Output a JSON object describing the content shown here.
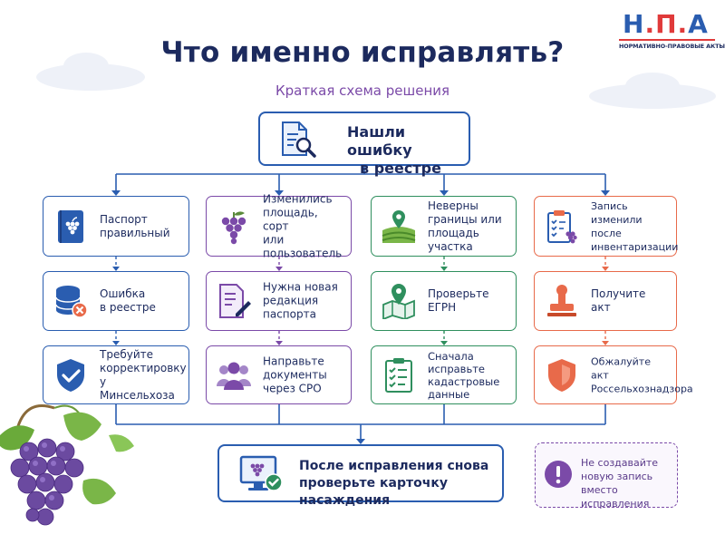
{
  "title": "Что именно исправлять?",
  "subtitle": "Краткая схема решения",
  "logo": {
    "l1": "Н",
    "l2": "П",
    "l3": "А",
    "sep": ".",
    "sub": "НОРМАТИВНО-ПРАВОВЫЕ АКТЫ"
  },
  "start": {
    "l1": "Нашли ошибку",
    "l2": "в реестре"
  },
  "columns": [
    {
      "color": "blue",
      "steps": [
        {
          "icon": "passport-grape-icon",
          "lines": [
            "Паспорт",
            "правильный"
          ]
        },
        {
          "icon": "database-error-icon",
          "lines": [
            "Ошибка",
            "в реестре"
          ]
        },
        {
          "icon": "shield-check-icon",
          "lines": [
            "Требуйте",
            "корректировку",
            "у Минсельхоза"
          ]
        }
      ]
    },
    {
      "color": "purple",
      "steps": [
        {
          "icon": "grape-icon",
          "lines": [
            "Изменились",
            "площадь, сорт",
            "или пользователь"
          ]
        },
        {
          "icon": "document-edit-icon",
          "lines": [
            "Нужна новая",
            "редакция",
            "паспорта"
          ]
        },
        {
          "icon": "people-icon",
          "lines": [
            "Направьте",
            "документы",
            "через СРО"
          ]
        }
      ]
    },
    {
      "color": "green",
      "steps": [
        {
          "icon": "field-pin-icon",
          "lines": [
            "Неверны",
            "границы или",
            "площадь участка"
          ]
        },
        {
          "icon": "map-pin-icon",
          "lines": [
            "Проверьте",
            "ЕГРН"
          ]
        },
        {
          "icon": "checklist-icon",
          "lines": [
            "Сначала",
            "исправьте",
            "кадастровые",
            "данные"
          ]
        }
      ]
    },
    {
      "color": "orange",
      "steps": [
        {
          "icon": "clipboard-grape-icon",
          "lines": [
            "Запись изменили",
            "после",
            "инвентаризации"
          ]
        },
        {
          "icon": "stamp-icon",
          "lines": [
            "Получите",
            "акт"
          ]
        },
        {
          "icon": "shield-icon",
          "lines": [
            "Обжалуйте акт",
            "Россельхознадзора"
          ]
        }
      ]
    }
  ],
  "final": {
    "l1": "После исправления снова",
    "l2": "проверьте карточку насаждения"
  },
  "warning": {
    "l1": "Не создавайте",
    "l2": "новую запись",
    "l3": "вместо исправления"
  },
  "colors": {
    "blue": "#2a5db0",
    "purple": "#7b4aa8",
    "green": "#2f8f5e",
    "orange": "#e86a4a",
    "navy": "#1c2a5e"
  }
}
